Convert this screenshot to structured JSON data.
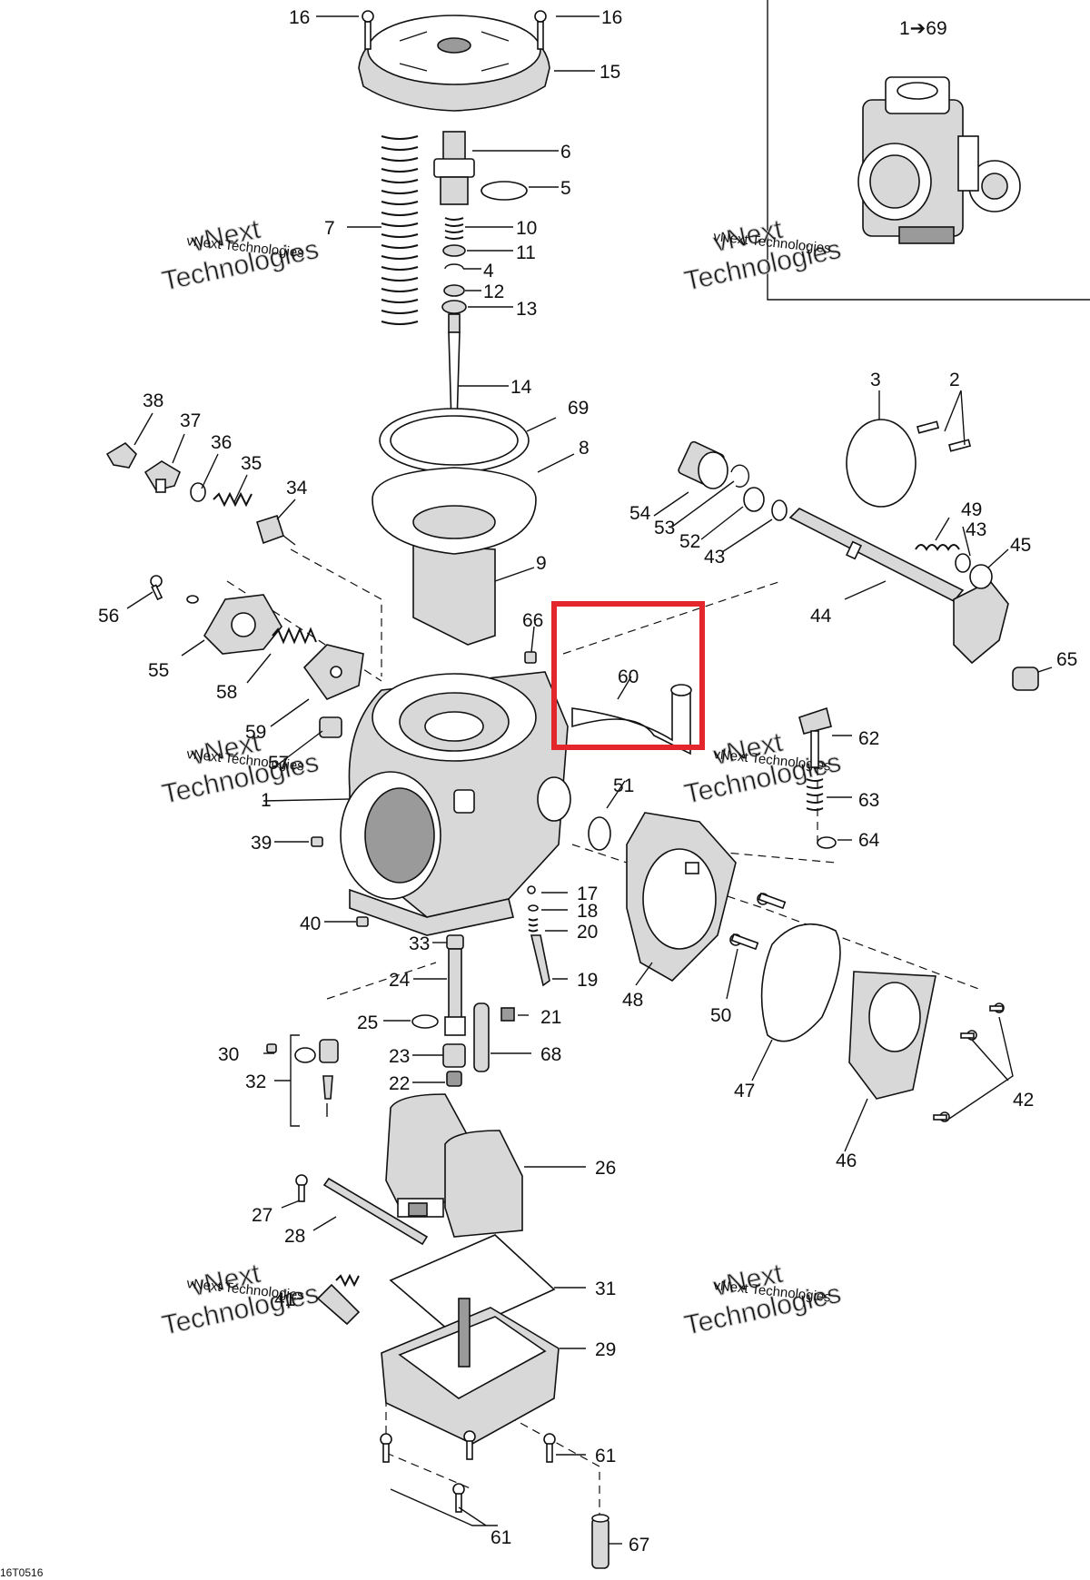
{
  "diagram": {
    "code": "16T0516",
    "inset_label": "1➔69",
    "highlight_color": "#e3262b",
    "highlighted_part": "60",
    "watermark_line1": "vNext",
    "watermark_line2": "Technologies",
    "watermark_caption": "vNext Technologies",
    "labels": {
      "p1": "1",
      "p2": "2",
      "p3": "3",
      "p4": "4",
      "p5": "5",
      "p6": "6",
      "p7": "7",
      "p8": "8",
      "p9": "9",
      "p10": "10",
      "p11": "11",
      "p12": "12",
      "p13": "13",
      "p14": "14",
      "p15": "15",
      "p16a": "16",
      "p16b": "16",
      "p17": "17",
      "p18": "18",
      "p19": "19",
      "p20": "20",
      "p21": "21",
      "p22": "22",
      "p23": "23",
      "p24": "24",
      "p25": "25",
      "p26": "26",
      "p27": "27",
      "p28": "28",
      "p29": "29",
      "p30": "30",
      "p31": "31",
      "p32": "32",
      "p33": "33",
      "p34": "34",
      "p35": "35",
      "p36": "36",
      "p37": "37",
      "p38": "38",
      "p39": "39",
      "p40": "40",
      "p41": "41",
      "p42": "42",
      "p43a": "43",
      "p43b": "43",
      "p44": "44",
      "p45": "45",
      "p46": "46",
      "p47": "47",
      "p48": "48",
      "p49": "49",
      "p50": "50",
      "p51": "51",
      "p52": "52",
      "p53": "53",
      "p54": "54",
      "p55": "55",
      "p56": "56",
      "p57": "57",
      "p58": "58",
      "p59": "59",
      "p60": "60",
      "p61a": "61",
      "p61b": "61",
      "p62": "62",
      "p63": "63",
      "p64": "64",
      "p65": "65",
      "p66": "66",
      "p67": "67",
      "p68": "68",
      "p69": "69"
    }
  }
}
